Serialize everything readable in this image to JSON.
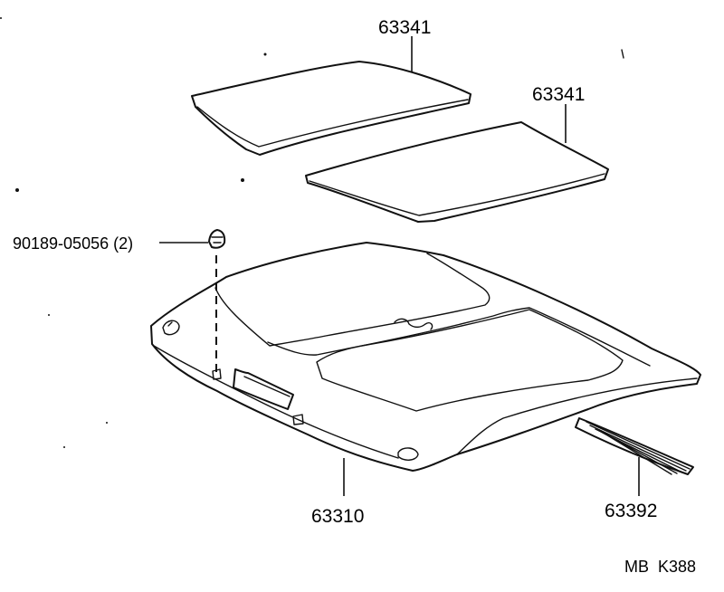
{
  "parts": {
    "glass_upper": "63341",
    "glass_lower": "63341",
    "fastener": "90189-05056 (2)",
    "headliner": "63310",
    "weatherstrip": "63392"
  },
  "footer_code": "MB  K388"
}
